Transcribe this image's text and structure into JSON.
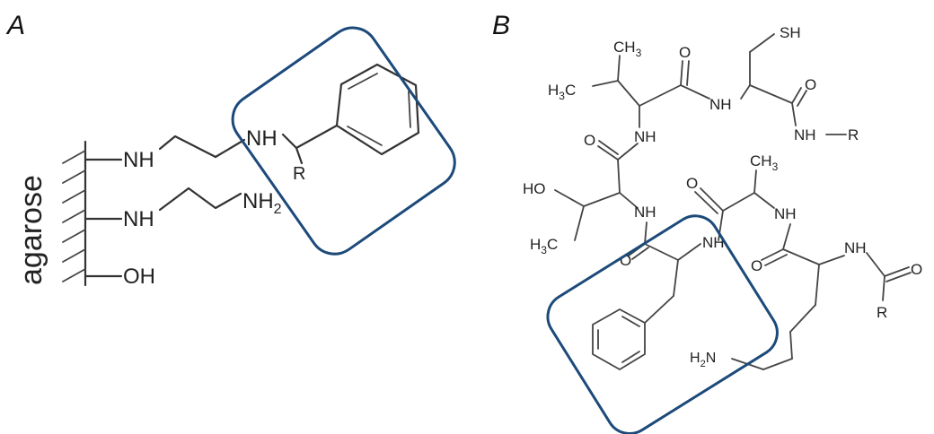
{
  "panel_a": {
    "label": "A",
    "support": "agarose",
    "groups": {
      "nh_top": "NH",
      "nh_mid": "NH",
      "oh": "OH",
      "nh_inner": "NH",
      "nh2": "NH",
      "nh2_sub": "2",
      "r": "R"
    }
  },
  "panel_b": {
    "label": "B",
    "groups": {
      "sh": "SH",
      "ch3_top": "CH",
      "ch3_top_sub": "3",
      "h3c_left": "H",
      "h3c_left_sub": "3",
      "h3c_left_c": "C",
      "o_top1": "O",
      "o_top2": "O",
      "nh_top": "NH",
      "nh_r": "NH",
      "r_top": "R",
      "nh_left": "NH",
      "o_left": "O",
      "ho": "HO",
      "nh_mid": "NH",
      "h3c_bot": "H",
      "h3c_bot_sub": "3",
      "h3c_bot_c": "C",
      "o_mid": "O",
      "ch3_mid": "CH",
      "ch3_mid_sub": "3",
      "nh_mid2": "NH",
      "nh_mid3": "NH",
      "o_low": "O",
      "o_low2": "O",
      "nh_right": "NH",
      "o_right": "O",
      "r_right": "R",
      "h2n": "H",
      "h2n_sub": "2",
      "h2n_n": "N"
    }
  }
}
